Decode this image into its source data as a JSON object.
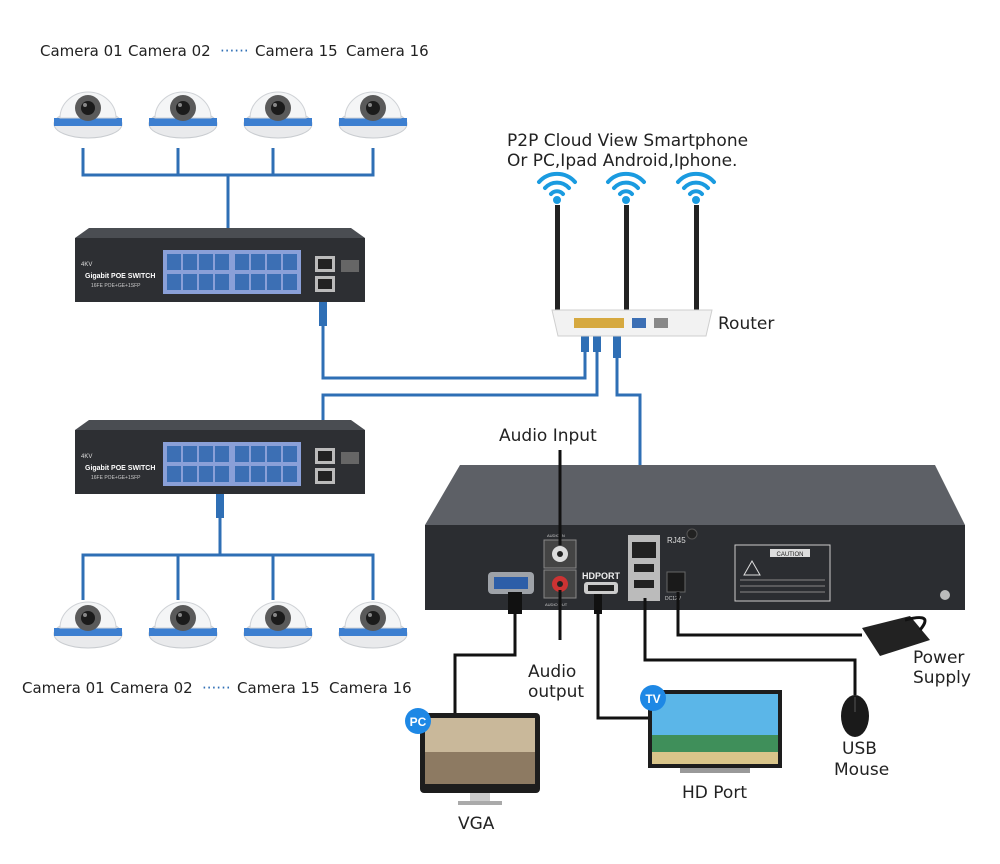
{
  "top_cameras": [
    "Camera 01",
    "Camera 02",
    "Camera 15",
    "Camera 16"
  ],
  "bottom_cameras": [
    "Camera 01",
    "Camera 02",
    "Camera 15",
    "Camera 16"
  ],
  "camera_ellipsis": "······",
  "switch": {
    "brand": "4KV",
    "title": "Gigabit POE SWITCH",
    "subtitle": "16FE POE+GE+1SFP"
  },
  "cloud_text": [
    "P2P Cloud View Smartphone",
    "Or PC,Ipad Android,Iphone."
  ],
  "router_label": "Router",
  "nvr": {
    "rj45": "RJ45",
    "hdmi_port": "HDPORT",
    "audio_in": "AUDIO IN",
    "audio_out": "AUDIO OUT",
    "dc": "DC12V",
    "caution": "CAUTION"
  },
  "labels": {
    "audio_input": "Audio Input",
    "audio_output": [
      "Audio",
      "output"
    ],
    "power_supply": [
      "Power",
      "Supply"
    ],
    "usb_mouse": [
      "USB",
      "Mouse"
    ],
    "hd_port": "HD Port",
    "vga": "VGA",
    "pc_badge": "PC",
    "tv_badge": "TV"
  },
  "colors": {
    "cable_blue": "#2f6fb5",
    "cable_black": "#111111",
    "wifi": "#1a9be0",
    "port_blue": "#3c6fb4",
    "badge": "#1e88e5"
  }
}
